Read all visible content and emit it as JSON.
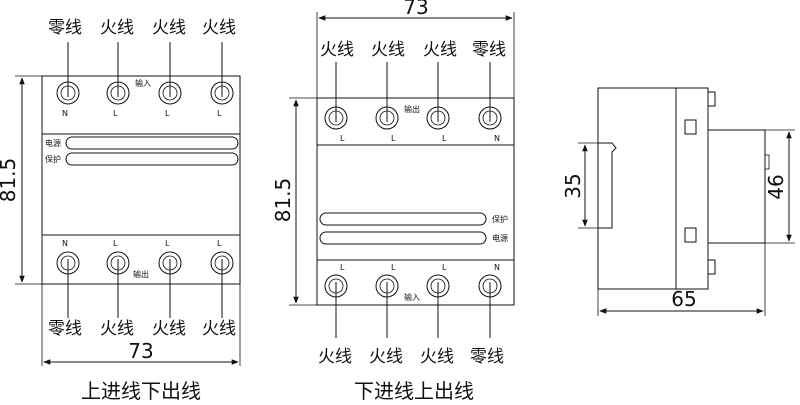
{
  "left_view": {
    "caption": "上进线下出线",
    "top_wire_labels": [
      "零线",
      "火线",
      "火线",
      "火线"
    ],
    "bottom_wire_labels": [
      "零线",
      "火线",
      "火线",
      "火线"
    ],
    "top_terminal_marks": [
      "N",
      "L",
      "L",
      "L"
    ],
    "bottom_terminal_marks": [
      "N",
      "L",
      "L",
      "L"
    ],
    "input_label": "输入",
    "output_label": "输出",
    "indicator_power": "电源",
    "indicator_protect": "保护",
    "height_dim": "81.5",
    "width_dim": "73"
  },
  "middle_view": {
    "caption": "下进线上出线",
    "top_wire_labels": [
      "火线",
      "火线",
      "火线",
      "零线"
    ],
    "bottom_wire_labels": [
      "火线",
      "火线",
      "火线",
      "零线"
    ],
    "top_terminal_marks": [
      "L",
      "L",
      "L",
      "N"
    ],
    "bottom_terminal_marks": [
      "L",
      "L",
      "L",
      "N"
    ],
    "output_label": "输出",
    "input_label": "输入",
    "indicator_protect": "保护",
    "indicator_power": "电源",
    "height_dim": "81.5",
    "width_dim": "73"
  },
  "side_view": {
    "rail_dim": "35",
    "height_dim": "46",
    "depth_dim": "65"
  }
}
